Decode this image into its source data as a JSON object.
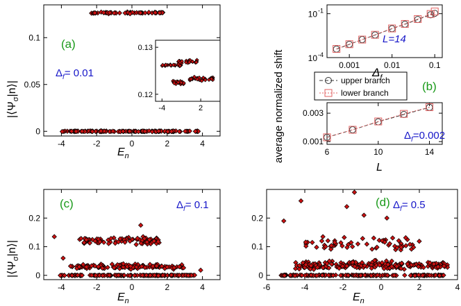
{
  "figure": {
    "panels": [
      {
        "id": "a",
        "label": "(a)"
      },
      {
        "id": "b",
        "label": "(b)"
      },
      {
        "id": "c",
        "label": "(c)"
      },
      {
        "id": "d",
        "label": "(d)"
      }
    ]
  },
  "chart_data": [
    {
      "id": "a",
      "type": "scatter",
      "label": "(a)",
      "xlabel": "E_n",
      "ylabel": "|⟨Ψ_σ|n⟩|",
      "xlim": [
        -5,
        5
      ],
      "ylim": [
        -0.005,
        0.135
      ],
      "xticks": [
        -4,
        -2,
        0,
        2,
        4
      ],
      "xtick_labels": [
        "-4",
        "-2",
        "0",
        "2",
        "4"
      ],
      "yticks": [
        0,
        0.05,
        0.1
      ],
      "ytick_labels": [
        "0",
        "0.05",
        "0.1"
      ],
      "annotation": {
        "delta": "Δ",
        "sub": "f",
        "rest": "= 0.01"
      },
      "series": [
        {
          "color": "#cc1111",
          "edge": "#000000",
          "marker": "diamond",
          "groups": [
            {
              "x_range": [
                -4.0,
                3.9
              ],
              "y": 0.0,
              "spread": 0.0006,
              "count": 140
            },
            {
              "x_range": [
                -2.3,
                1.8
              ],
              "y": 0.1265,
              "spread": 0.0012,
              "count": 55
            }
          ]
        }
      ],
      "inset": {
        "xlim": [
          -5,
          5
        ],
        "ylim": [
          0.1185,
          0.1315
        ],
        "xticks": [
          -4,
          2
        ],
        "xtick_labels": [
          "-4",
          "2"
        ],
        "yticks": [
          0.12,
          0.13
        ],
        "ytick_labels": [
          "0.12",
          "0.13"
        ],
        "groups": [
          {
            "x_range": [
              -4.0,
              -1.0
            ],
            "y": 0.1262,
            "spread": 0.00025,
            "count": 22
          },
          {
            "x_range": [
              -1.5,
              1.5
            ],
            "y": 0.1269,
            "spread": 0.0006,
            "count": 22
          },
          {
            "x_range": [
              -2.3,
              -0.5
            ],
            "y": 0.1225,
            "spread": 0.0006,
            "count": 22
          },
          {
            "x_range": [
              0.0,
              4.0
            ],
            "y": 0.1233,
            "spread": 0.0005,
            "count": 30
          }
        ]
      }
    },
    {
      "id": "b-top",
      "type": "line",
      "scale": "log-log",
      "ylabel": "average normalized shift",
      "xlabel": "Δ_f",
      "xlim": [
        0.0003,
        0.15
      ],
      "ylim": [
        0.0001,
        0.4
      ],
      "xticks": [
        0.001,
        0.01,
        0.1
      ],
      "xtick_labels": [
        "0.001",
        "0.01",
        "0.1"
      ],
      "yticks": [
        0.0001,
        0.1
      ],
      "ytick_labels": [
        {
          "base": "10",
          "exp": "-4"
        },
        {
          "base": "10",
          "exp": "-1"
        }
      ],
      "annotation": "L=14",
      "series": [
        {
          "name": "upper branch",
          "marker": "circle",
          "style": "dash",
          "color": "#333333",
          "x": [
            0.0005,
            0.001,
            0.002,
            0.004,
            0.01,
            0.02,
            0.04,
            0.08,
            0.1
          ],
          "y": [
            0.00038,
            0.0008,
            0.0017,
            0.0035,
            0.0095,
            0.019,
            0.04,
            0.085,
            0.105
          ]
        },
        {
          "name": "lower branch",
          "marker": "square",
          "style": "dot",
          "color": "#e06060",
          "x": [
            0.0005,
            0.001,
            0.002,
            0.004,
            0.01,
            0.02,
            0.04,
            0.08,
            0.1
          ],
          "y": [
            0.00039,
            0.00082,
            0.0017,
            0.0036,
            0.0098,
            0.02,
            0.043,
            0.095,
            0.14
          ]
        }
      ],
      "legend": "bottom-left"
    },
    {
      "id": "b-bottom",
      "type": "line",
      "scale": "linear-log",
      "label": "(b)",
      "xlabel": "L",
      "xlim": [
        6,
        15
      ],
      "ylim": [
        0.0009,
        0.0045
      ],
      "xticks": [
        6,
        10,
        14
      ],
      "xtick_labels": [
        "6",
        "10",
        "14"
      ],
      "yticks": [
        0.001,
        0.003
      ],
      "ytick_labels": [
        "0.001",
        "0.003"
      ],
      "annotation": {
        "delta": "Δ",
        "sub": "f",
        "rest": "=0.002"
      },
      "series": [
        {
          "name": "upper branch",
          "marker": "circle",
          "style": "dash",
          "color": "#333333",
          "x": [
            6,
            8,
            10,
            12,
            14
          ],
          "y": [
            0.00118,
            0.00158,
            0.00215,
            0.00285,
            0.00375
          ]
        },
        {
          "name": "lower branch",
          "marker": "square",
          "style": "dot",
          "color": "#e06060",
          "x": [
            6,
            8,
            10,
            12,
            14
          ],
          "y": [
            0.00118,
            0.00158,
            0.00218,
            0.00292,
            0.00378
          ]
        }
      ]
    },
    {
      "id": "c",
      "type": "scatter",
      "label": "(c)",
      "xlabel": "E_n",
      "ylabel": "|⟨Ψ_σ|n⟩|",
      "xlim": [
        -5,
        5
      ],
      "ylim": [
        -0.015,
        0.3
      ],
      "xticks": [
        -4,
        -2,
        0,
        2,
        4
      ],
      "xtick_labels": [
        "-4",
        "-2",
        "0",
        "2",
        "4"
      ],
      "yticks": [
        0,
        0.1,
        0.2
      ],
      "ytick_labels": [
        "0",
        "0.1",
        "0.2"
      ],
      "annotation": {
        "delta": "Δ",
        "sub": "f",
        "rest": "= 0.1"
      },
      "series": [
        {
          "color": "#cc1111",
          "edge": "#000000",
          "marker": "diamond",
          "groups": [
            {
              "x_range": [
                -4.3,
                3.6
              ],
              "y": 0.0,
              "spread": 0.0015,
              "count": 150
            },
            {
              "x_range": [
                -3.5,
                3.0
              ],
              "y": 0.03,
              "spread": 0.012,
              "count": 120
            },
            {
              "x_range": [
                -3.0,
                1.6
              ],
              "y": 0.12,
              "spread": 0.02,
              "count": 75
            }
          ],
          "points": [
            {
              "x": -4.4,
              "y": 0.135
            },
            {
              "x": 3.9,
              "y": 0.018
            },
            {
              "x": -3.9,
              "y": 0.06
            },
            {
              "x": 0.5,
              "y": 0.175
            }
          ]
        }
      ]
    },
    {
      "id": "d",
      "type": "scatter",
      "label": "(d)",
      "xlabel": "E_n",
      "ylabel": "",
      "xlim": [
        -6,
        4
      ],
      "ylim": [
        -0.015,
        0.3
      ],
      "xticks": [
        -6,
        -4,
        -2,
        0,
        2,
        4
      ],
      "xtick_labels": [
        "-6",
        "-4",
        "-2",
        "0",
        "2",
        "4"
      ],
      "yticks": [
        0,
        0.1,
        0.2
      ],
      "ytick_labels": [
        "0",
        "0.1",
        "0.2"
      ],
      "annotation": {
        "delta": "Δ",
        "sub": "f",
        "rest": "= 0.5"
      },
      "series": [
        {
          "color": "#cc1111",
          "edge": "#000000",
          "marker": "diamond",
          "groups": [
            {
              "x_range": [
                -5.3,
                3.5
              ],
              "y": 0.0,
              "spread": 0.002,
              "count": 160
            },
            {
              "x_range": [
                -4.5,
                3.5
              ],
              "y": 0.035,
              "spread": 0.02,
              "count": 200
            },
            {
              "x_range": [
                -4.0,
                2.0
              ],
              "y": 0.11,
              "spread": 0.035,
              "count": 60
            }
          ],
          "points": [
            {
              "x": -1.4,
              "y": 0.29
            },
            {
              "x": -4.2,
              "y": 0.26
            },
            {
              "x": -1.8,
              "y": 0.24
            },
            {
              "x": -0.9,
              "y": 0.21
            },
            {
              "x": -5.1,
              "y": 0.19
            },
            {
              "x": 0.3,
              "y": 0.2
            }
          ]
        }
      ]
    }
  ]
}
